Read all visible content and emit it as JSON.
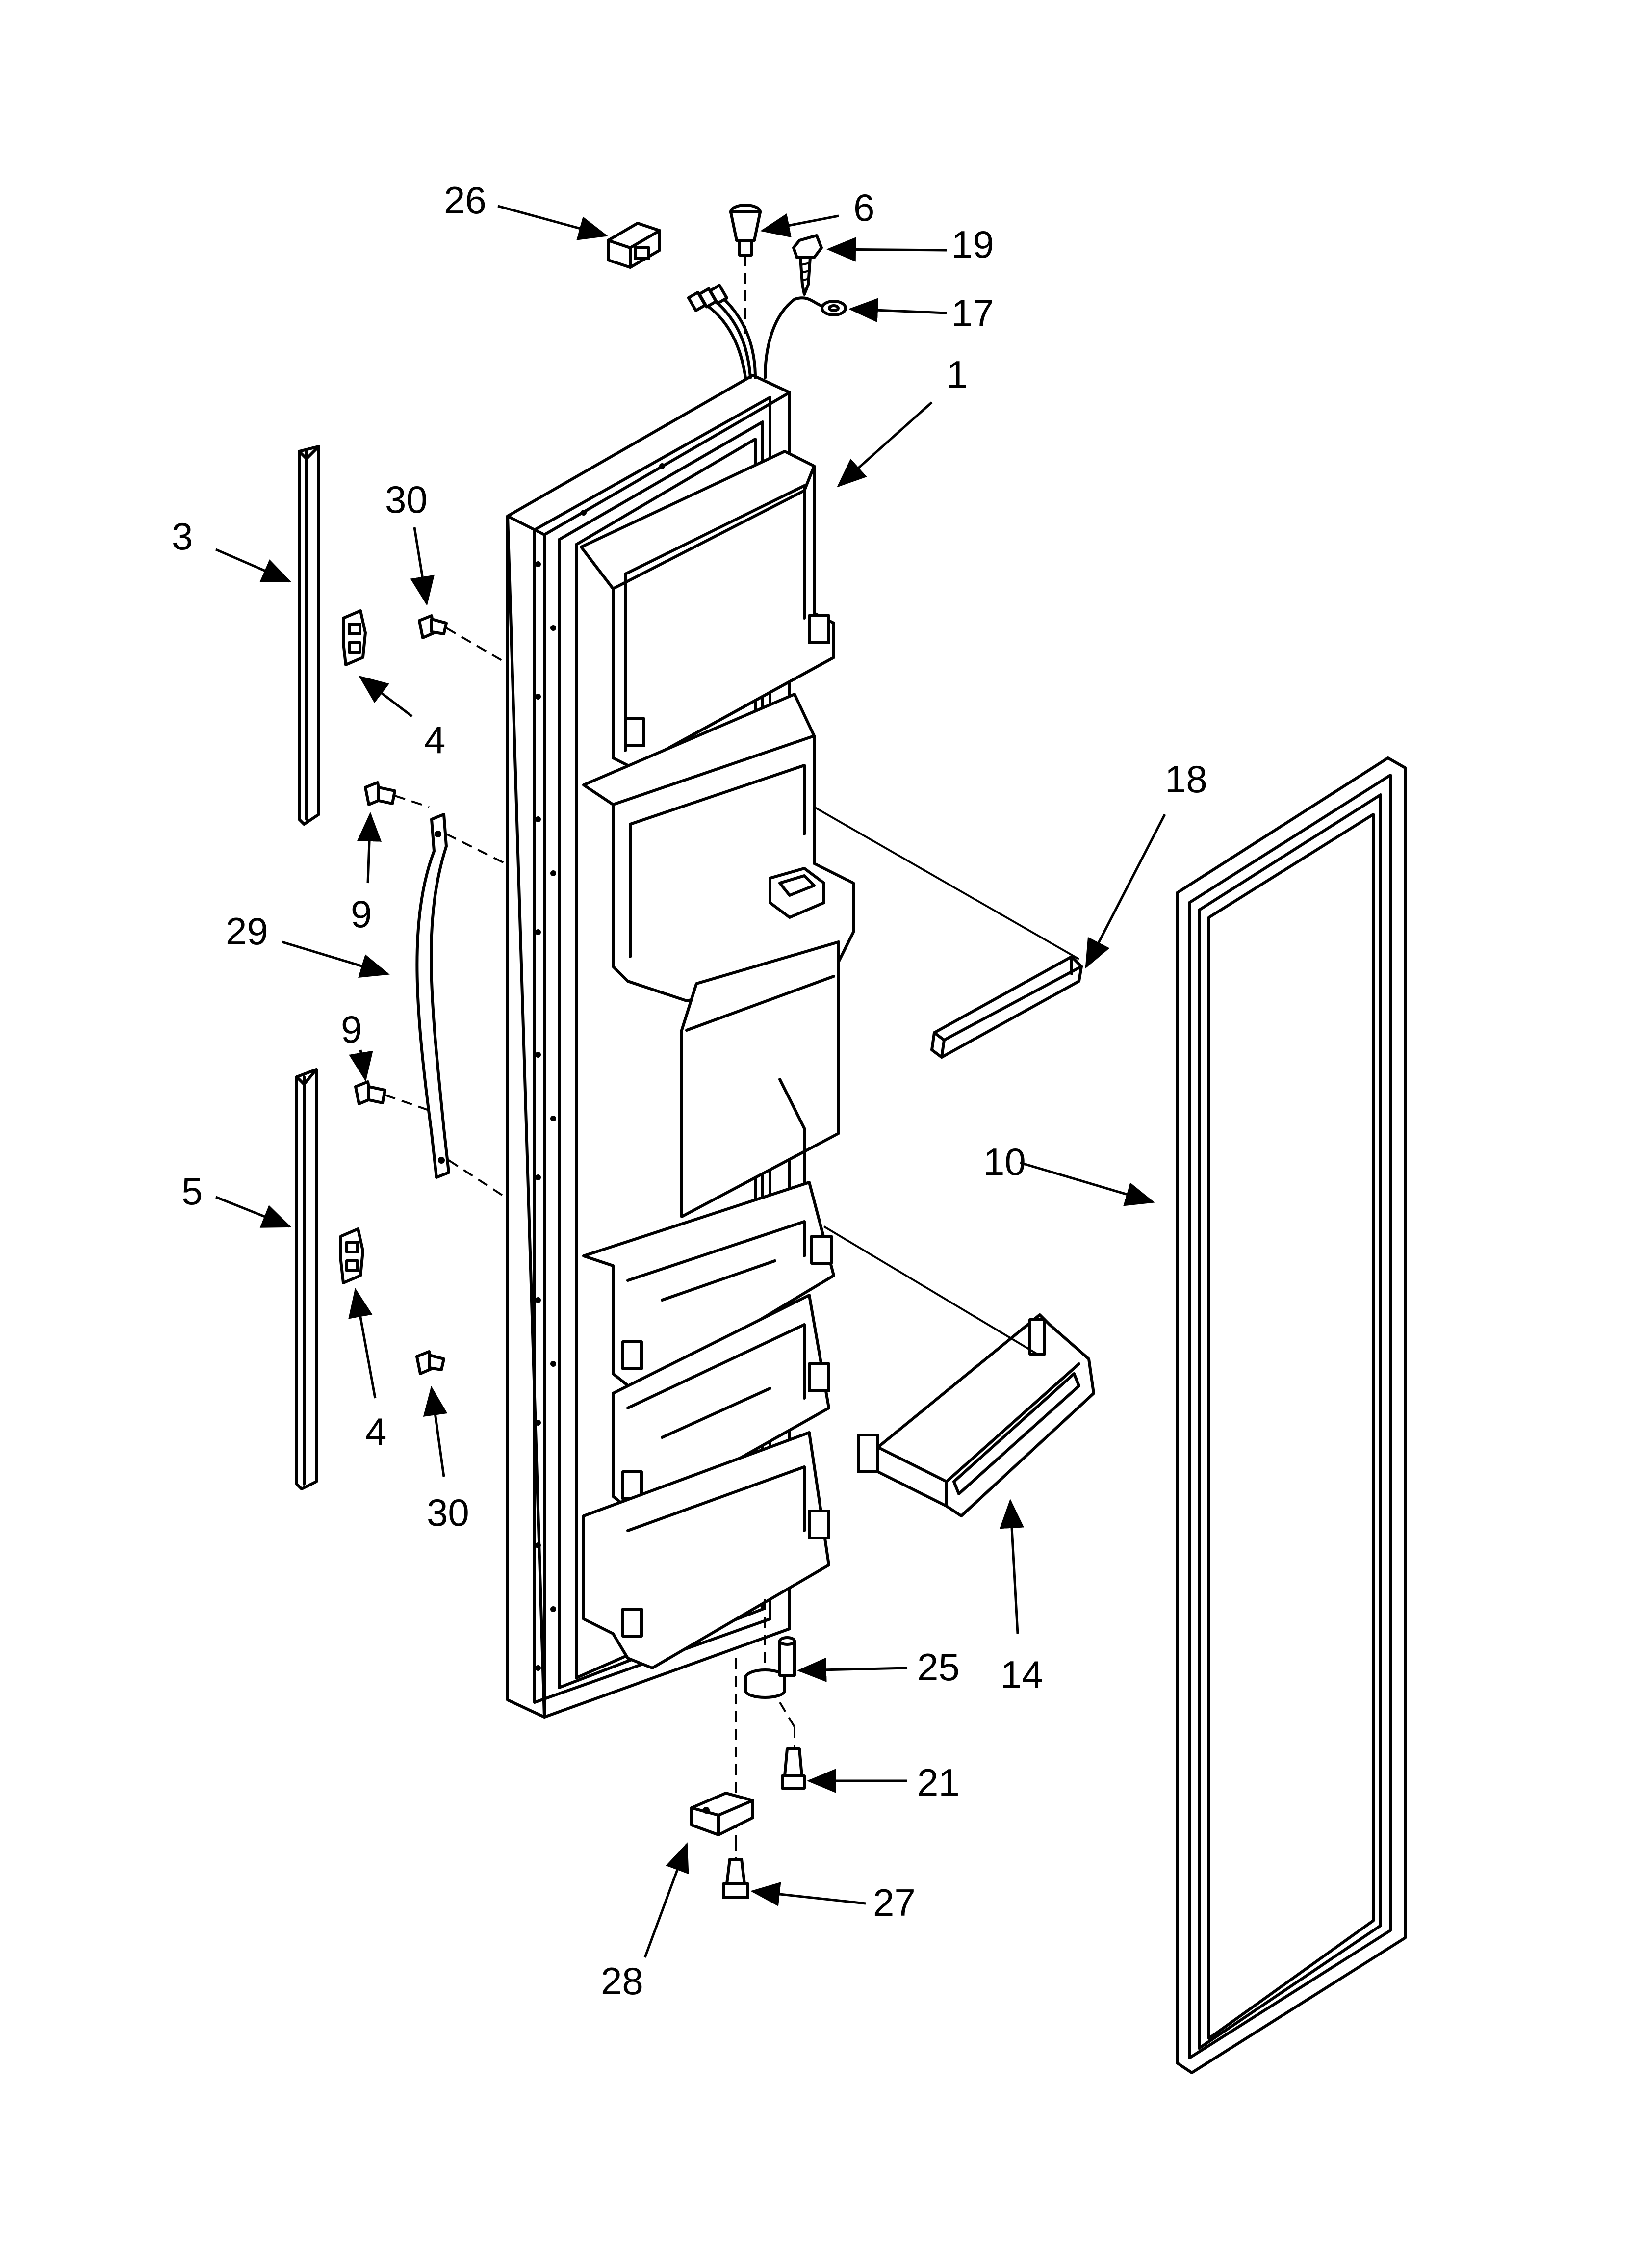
{
  "callouts": [
    {
      "id": "c26",
      "label": "26"
    },
    {
      "id": "c6",
      "label": "6"
    },
    {
      "id": "c19",
      "label": "19"
    },
    {
      "id": "c17",
      "label": "17"
    },
    {
      "id": "c1",
      "label": "1"
    },
    {
      "id": "c3",
      "label": "3"
    },
    {
      "id": "c30a",
      "label": "30"
    },
    {
      "id": "c4a",
      "label": "4"
    },
    {
      "id": "c18",
      "label": "18"
    },
    {
      "id": "c9a",
      "label": "9"
    },
    {
      "id": "c29",
      "label": "29"
    },
    {
      "id": "c9b",
      "label": "9"
    },
    {
      "id": "c10",
      "label": "10"
    },
    {
      "id": "c5",
      "label": "5"
    },
    {
      "id": "c4b",
      "label": "4"
    },
    {
      "id": "c30b",
      "label": "30"
    },
    {
      "id": "c14",
      "label": "14"
    },
    {
      "id": "c25",
      "label": "25"
    },
    {
      "id": "c21",
      "label": "21"
    },
    {
      "id": "c27",
      "label": "27"
    },
    {
      "id": "c28",
      "label": "28"
    }
  ],
  "colors": {
    "line": "#000000",
    "background": "#ffffff"
  }
}
